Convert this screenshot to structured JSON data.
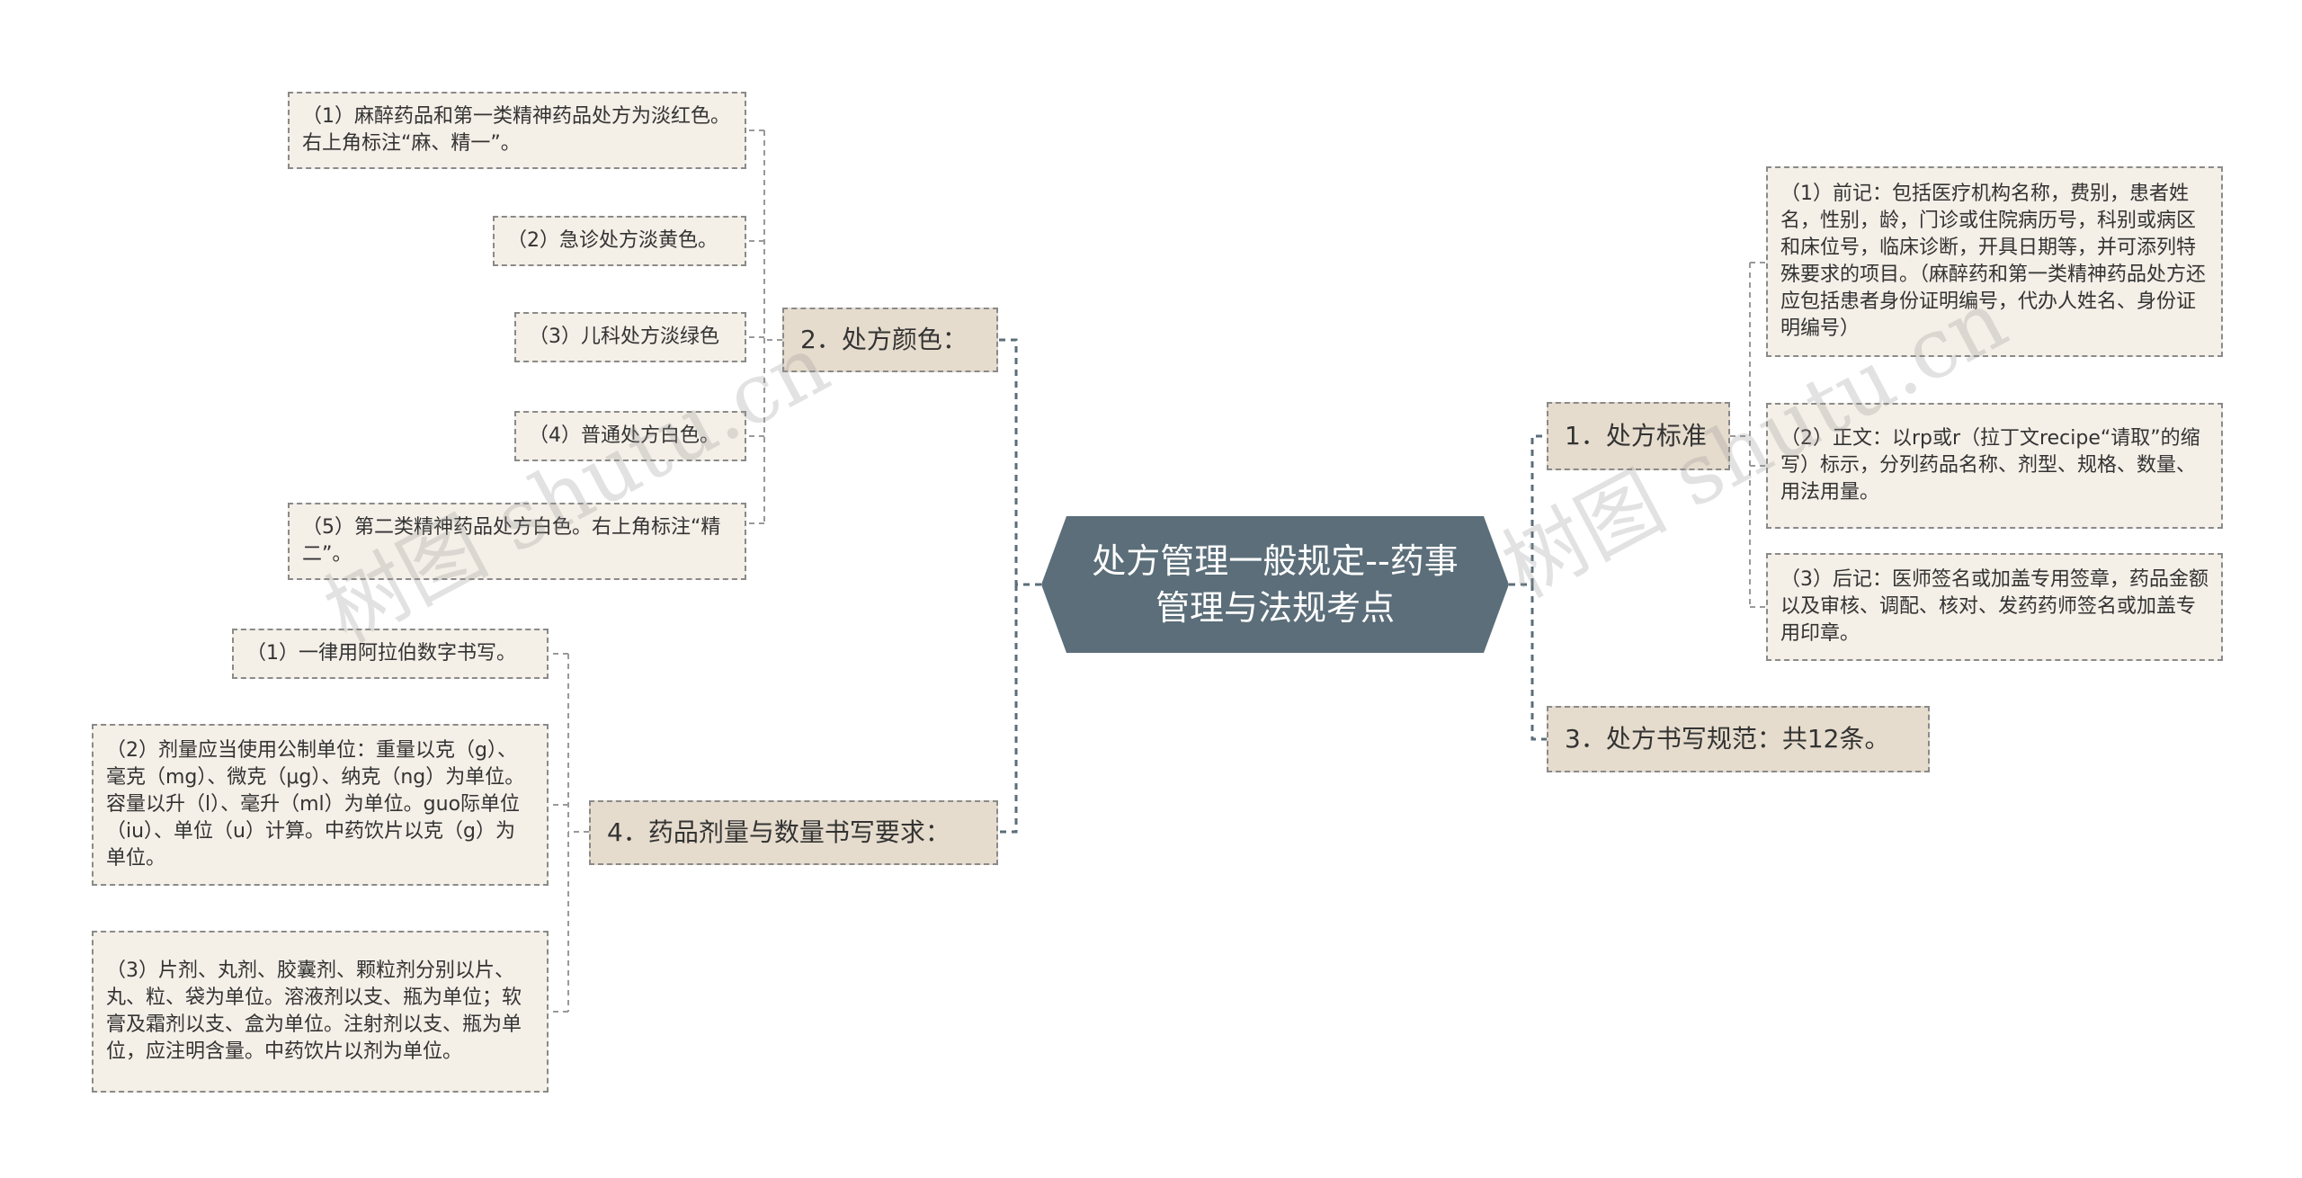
{
  "root": {
    "title": "处方管理一般规定--药事管理与法规考点"
  },
  "branches": {
    "b1": {
      "label": "1．处方标准"
    },
    "b2": {
      "label": "2．处方颜色："
    },
    "b3": {
      "label": "3．处方书写规范：共12条。"
    },
    "b4": {
      "label": "4．药品剂量与数量书写要求："
    }
  },
  "leaves": {
    "b1_1": "（1）前记：包括医疗机构名称，费别，患者姓名，性别，龄，门诊或住院病历号，科别或病区和床位号，临床诊断，开具日期等，并可添列特殊要求的项目。（麻醉药和第一类精神药品处方还应包括患者身份证明编号，代办人姓名、身份证明编号）",
    "b1_2": "（2）正文：以rp或r（拉丁文recipe“请取”的缩写）标示，分列药品名称、剂型、规格、数量、用法用量。",
    "b1_3": "（3）后记：医师签名或加盖专用签章，药品金额以及审核、调配、核对、发药药师签名或加盖专用印章。",
    "b2_1": "（1）麻醉药品和第一类精神药品处方为淡红色。右上角标注“麻、精一”。",
    "b2_2": "（2）急诊处方淡黄色。",
    "b2_3": "（3）儿科处方淡绿色",
    "b2_4": "（4）普通处方白色。",
    "b2_5": "（5）第二类精神药品处方白色。右上角标注“精二”。",
    "b4_1": "（1）一律用阿拉伯数字书写。",
    "b4_2": "（2）剂量应当使用公制单位：重量以克（g）、毫克（mg）、微克（μg）、纳克（ng）为单位。容量以升（l）、毫升（ml）为单位。guo际单位（iu）、单位（u）计算。中药饮片以克（g）为单位。",
    "b4_3": "（3）片剂、丸剂、胶囊剂、颗粒剂分别以片、丸、粒、袋为单位。溶液剂以支、瓶为单位；软膏及霜剂以支、盒为单位。注射剂以支、瓶为单位，应注明含量。中药饮片以剂为单位。"
  },
  "watermark": {
    "text": "树图 shutu.cn"
  },
  "colors": {
    "root_fill": "#5b6e79",
    "branch_fill": "#e6dccd",
    "leaf_fill": "#f4efe7",
    "connector": "#5b6e79",
    "leaf_connector": "#999999"
  }
}
